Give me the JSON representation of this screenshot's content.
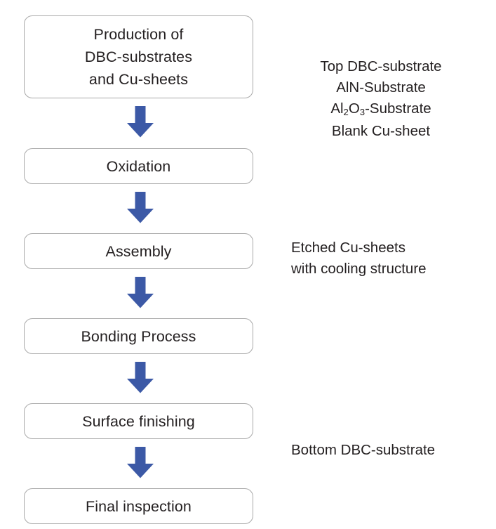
{
  "diagram": {
    "title": "DBC substrate manufacturing process flow",
    "accent_color": "#3c59a6",
    "box_border_color": "#a9a9a9",
    "text_color": "#231f20",
    "background_color": "#ffffff"
  },
  "steps": [
    {
      "id": "production",
      "lines": [
        "Production of",
        "DBC-substrates",
        "and Cu-sheets"
      ]
    },
    {
      "id": "oxidation",
      "lines": [
        "Oxidation"
      ]
    },
    {
      "id": "assembly",
      "lines": [
        "Assembly"
      ]
    },
    {
      "id": "bonding-process",
      "lines": [
        "Bonding Process"
      ]
    },
    {
      "id": "surface-finishing",
      "lines": [
        "Surface finishing"
      ]
    },
    {
      "id": "final-inspection",
      "lines": [
        "Final inspection"
      ]
    }
  ],
  "arrows": [
    {
      "id": "arrow-production-to-oxidation",
      "direction": "down"
    },
    {
      "id": "arrow-oxidation-to-assembly",
      "direction": "down"
    },
    {
      "id": "arrow-assembly-to-bonding",
      "direction": "down"
    },
    {
      "id": "arrow-bonding-to-surface",
      "direction": "down"
    },
    {
      "id": "arrow-surface-to-final",
      "direction": "down"
    }
  ],
  "annotations": [
    {
      "id": "materials-note",
      "align": "center",
      "lines": [
        {
          "text": "Top DBC-substrate"
        },
        {
          "text": "AlN-Substrate"
        },
        {
          "text": "Al",
          "sub1": "2",
          "mid": "O",
          "sub2": "3",
          "tail": "-Substrate",
          "formula": true
        },
        {
          "text": "Blank Cu-sheet"
        }
      ]
    },
    {
      "id": "etched-cu-note",
      "align": "left",
      "lines": [
        {
          "text": "Etched Cu-sheets"
        },
        {
          "text": "with cooling structure"
        }
      ]
    },
    {
      "id": "bottom-substrate-note",
      "align": "left",
      "lines": [
        {
          "text": "Bottom DBC-substrate"
        }
      ]
    }
  ]
}
